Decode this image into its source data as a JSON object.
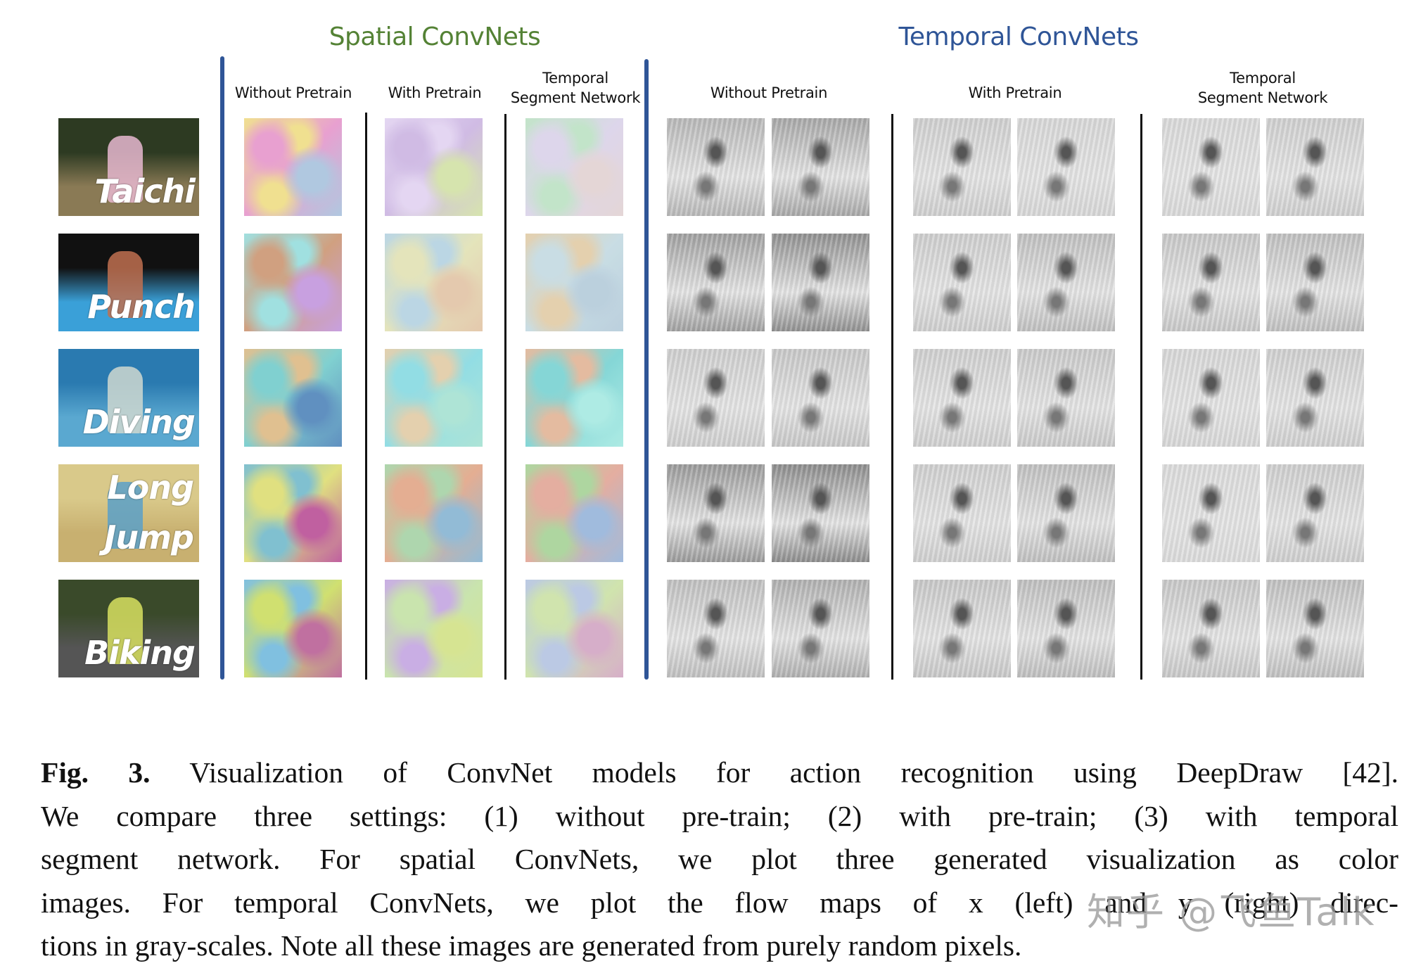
{
  "figure": {
    "groups": {
      "spatial": {
        "title": "Spatial ConvNets",
        "color": "#548235"
      },
      "temporal": {
        "title": "Temporal ConvNets",
        "color": "#2f5597"
      }
    },
    "columns": {
      "spatial": [
        {
          "label": "Without Pretrain"
        },
        {
          "label": "With Pretrain"
        },
        {
          "label_line1": "Temporal",
          "label_line2": "Segment Network"
        }
      ],
      "temporal": [
        {
          "label": "Without Pretrain"
        },
        {
          "label": "With Pretrain"
        },
        {
          "label_line1": "Temporal",
          "label_line2": "Segment Network"
        }
      ]
    },
    "actions": [
      {
        "label": "Taichi",
        "thumb_colors": [
          "#2d3a22",
          "#8a7a55",
          "#e8b8d0"
        ]
      },
      {
        "label": "Punch",
        "thumb_colors": [
          "#111111",
          "#3aa0d8",
          "#c07050"
        ]
      },
      {
        "label": "Diving",
        "thumb_colors": [
          "#2a7ab0",
          "#5aa8d0",
          "#cfd8d0"
        ]
      },
      {
        "label_line1": "Long",
        "label_line2": "Jump",
        "thumb_colors": [
          "#d9c98a",
          "#c8b070",
          "#5aa0c8"
        ]
      },
      {
        "label": "Biking",
        "thumb_colors": [
          "#3a4a2a",
          "#555555",
          "#d8e060"
        ]
      }
    ],
    "spatial_palettes": [
      [
        [
          "#e8a0d0",
          "#f0e090",
          "#b0c8e0"
        ],
        [
          "#c8b0e0",
          "#e0d0f0",
          "#d0e0a0"
        ],
        [
          "#d8d0e8",
          "#b8e0c0",
          "#e0d0d0"
        ]
      ],
      [
        [
          "#d0a080",
          "#a0e0e0",
          "#c8a0e0"
        ],
        [
          "#e0e0b0",
          "#b0d0e0",
          "#e0c0a0"
        ],
        [
          "#c0d8e0",
          "#e0c8a0",
          "#b0c8d8"
        ]
      ],
      [
        [
          "#80d0d0",
          "#e0c090",
          "#6090c0"
        ],
        [
          "#80d8e0",
          "#e0c8a0",
          "#a0e0d0"
        ],
        [
          "#70d0d0",
          "#e0b090",
          "#a0e8e0"
        ]
      ],
      [
        [
          "#e0e080",
          "#80c0d0",
          "#c060a0"
        ],
        [
          "#e0a080",
          "#a0d0a0",
          "#80b0d0"
        ],
        [
          "#e0a090",
          "#a0d090",
          "#90b0d8"
        ]
      ],
      [
        [
          "#d0e070",
          "#80c0e0",
          "#c070a0"
        ],
        [
          "#c0e0a0",
          "#c0a0e0",
          "#d0e080"
        ],
        [
          "#c8e0a0",
          "#b0c0e0",
          "#d0a0c0"
        ]
      ]
    ],
    "temporal_tones": [
      [
        [
          "#b8b8b8",
          "#a8a8a8"
        ],
        [
          "#d0d0d0",
          "#d8d8d8"
        ],
        [
          "#dadada",
          "#d0d0d0"
        ]
      ],
      [
        [
          "#a0a0a0",
          "#909090"
        ],
        [
          "#cfcfcf",
          "#c0c0c0"
        ],
        [
          "#c8c8c8",
          "#c0c0c0"
        ]
      ],
      [
        [
          "#cfcfcf",
          "#c8c8c8"
        ],
        [
          "#d0d0d0",
          "#cacaca"
        ],
        [
          "#d8d8d8",
          "#d0d0d0"
        ]
      ],
      [
        [
          "#9a9a9a",
          "#8c8c8c"
        ],
        [
          "#d0d0d0",
          "#c0c0c0"
        ],
        [
          "#dcdcdc",
          "#cfcfcf"
        ]
      ],
      [
        [
          "#c0c0c0",
          "#b0b0b0"
        ],
        [
          "#c8c8c8",
          "#bfbfbf"
        ],
        [
          "#c8c8c8",
          "#c0c0c0"
        ]
      ]
    ]
  },
  "caption": {
    "label": "Fig. 3.",
    "lines": [
      " Visualization of ConvNet models for action recognition using DeepDraw [42].",
      "We compare three settings: (1) without pre-train; (2) with pre-train; (3) with temporal",
      "segment network. For spatial ConvNets, we plot three generated visualization as color",
      "images. For temporal ConvNets, we plot the flow maps of x (left) and y (right) direc-",
      "tions in gray-scales. Note all these images are generated from purely random pixels."
    ]
  },
  "watermark": {
    "text": "知乎 @飞鱼Talk"
  }
}
